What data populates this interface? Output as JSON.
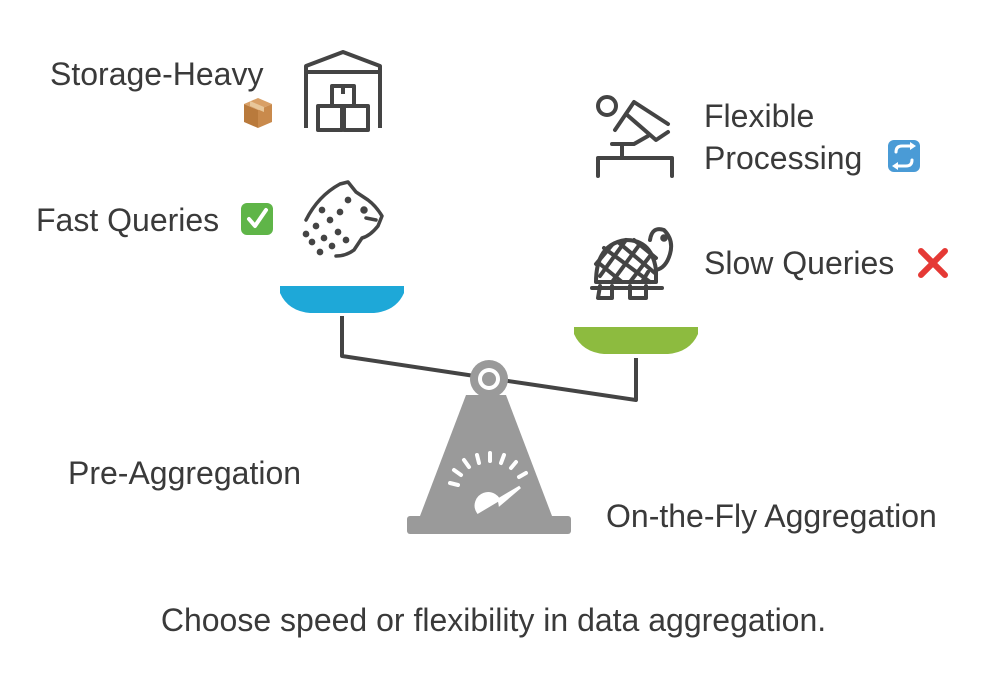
{
  "labels": {
    "storage_heavy": "Storage-Heavy",
    "fast_queries": "Fast Queries",
    "flexible": "Flexible",
    "processing": "Processing",
    "slow_queries": "Slow Queries",
    "pre_aggregation": "Pre-Aggregation",
    "on_the_fly": "On-the-Fly Aggregation"
  },
  "caption": "Choose speed or flexibility in data aggregation.",
  "icons": {
    "warehouse": "warehouse-icon",
    "cheetah": "cheetah-icon",
    "yoga": "stretching-person-icon",
    "turtle": "turtle-icon",
    "box_emoji": "package-emoji-icon",
    "check_emoji": "check-mark-emoji-icon",
    "repeat_emoji": "repeat-emoji-icon",
    "cross_emoji": "cross-mark-emoji-icon",
    "gauge": "gauge-icon"
  },
  "colors": {
    "left_pan": "#1ea8d8",
    "right_pan": "#8dbb3f",
    "scale": "#9a9a9a",
    "beam": "#444444",
    "text": "#3a3a3a"
  }
}
